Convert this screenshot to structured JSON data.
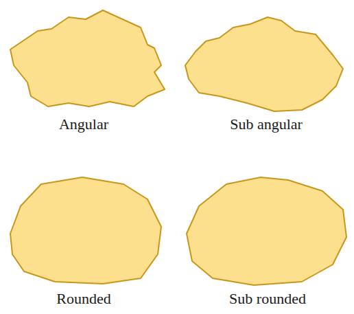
{
  "diagram": {
    "labels": [
      "Angular",
      "Sub angular",
      "Rounded",
      "Sub rounded"
    ]
  }
}
